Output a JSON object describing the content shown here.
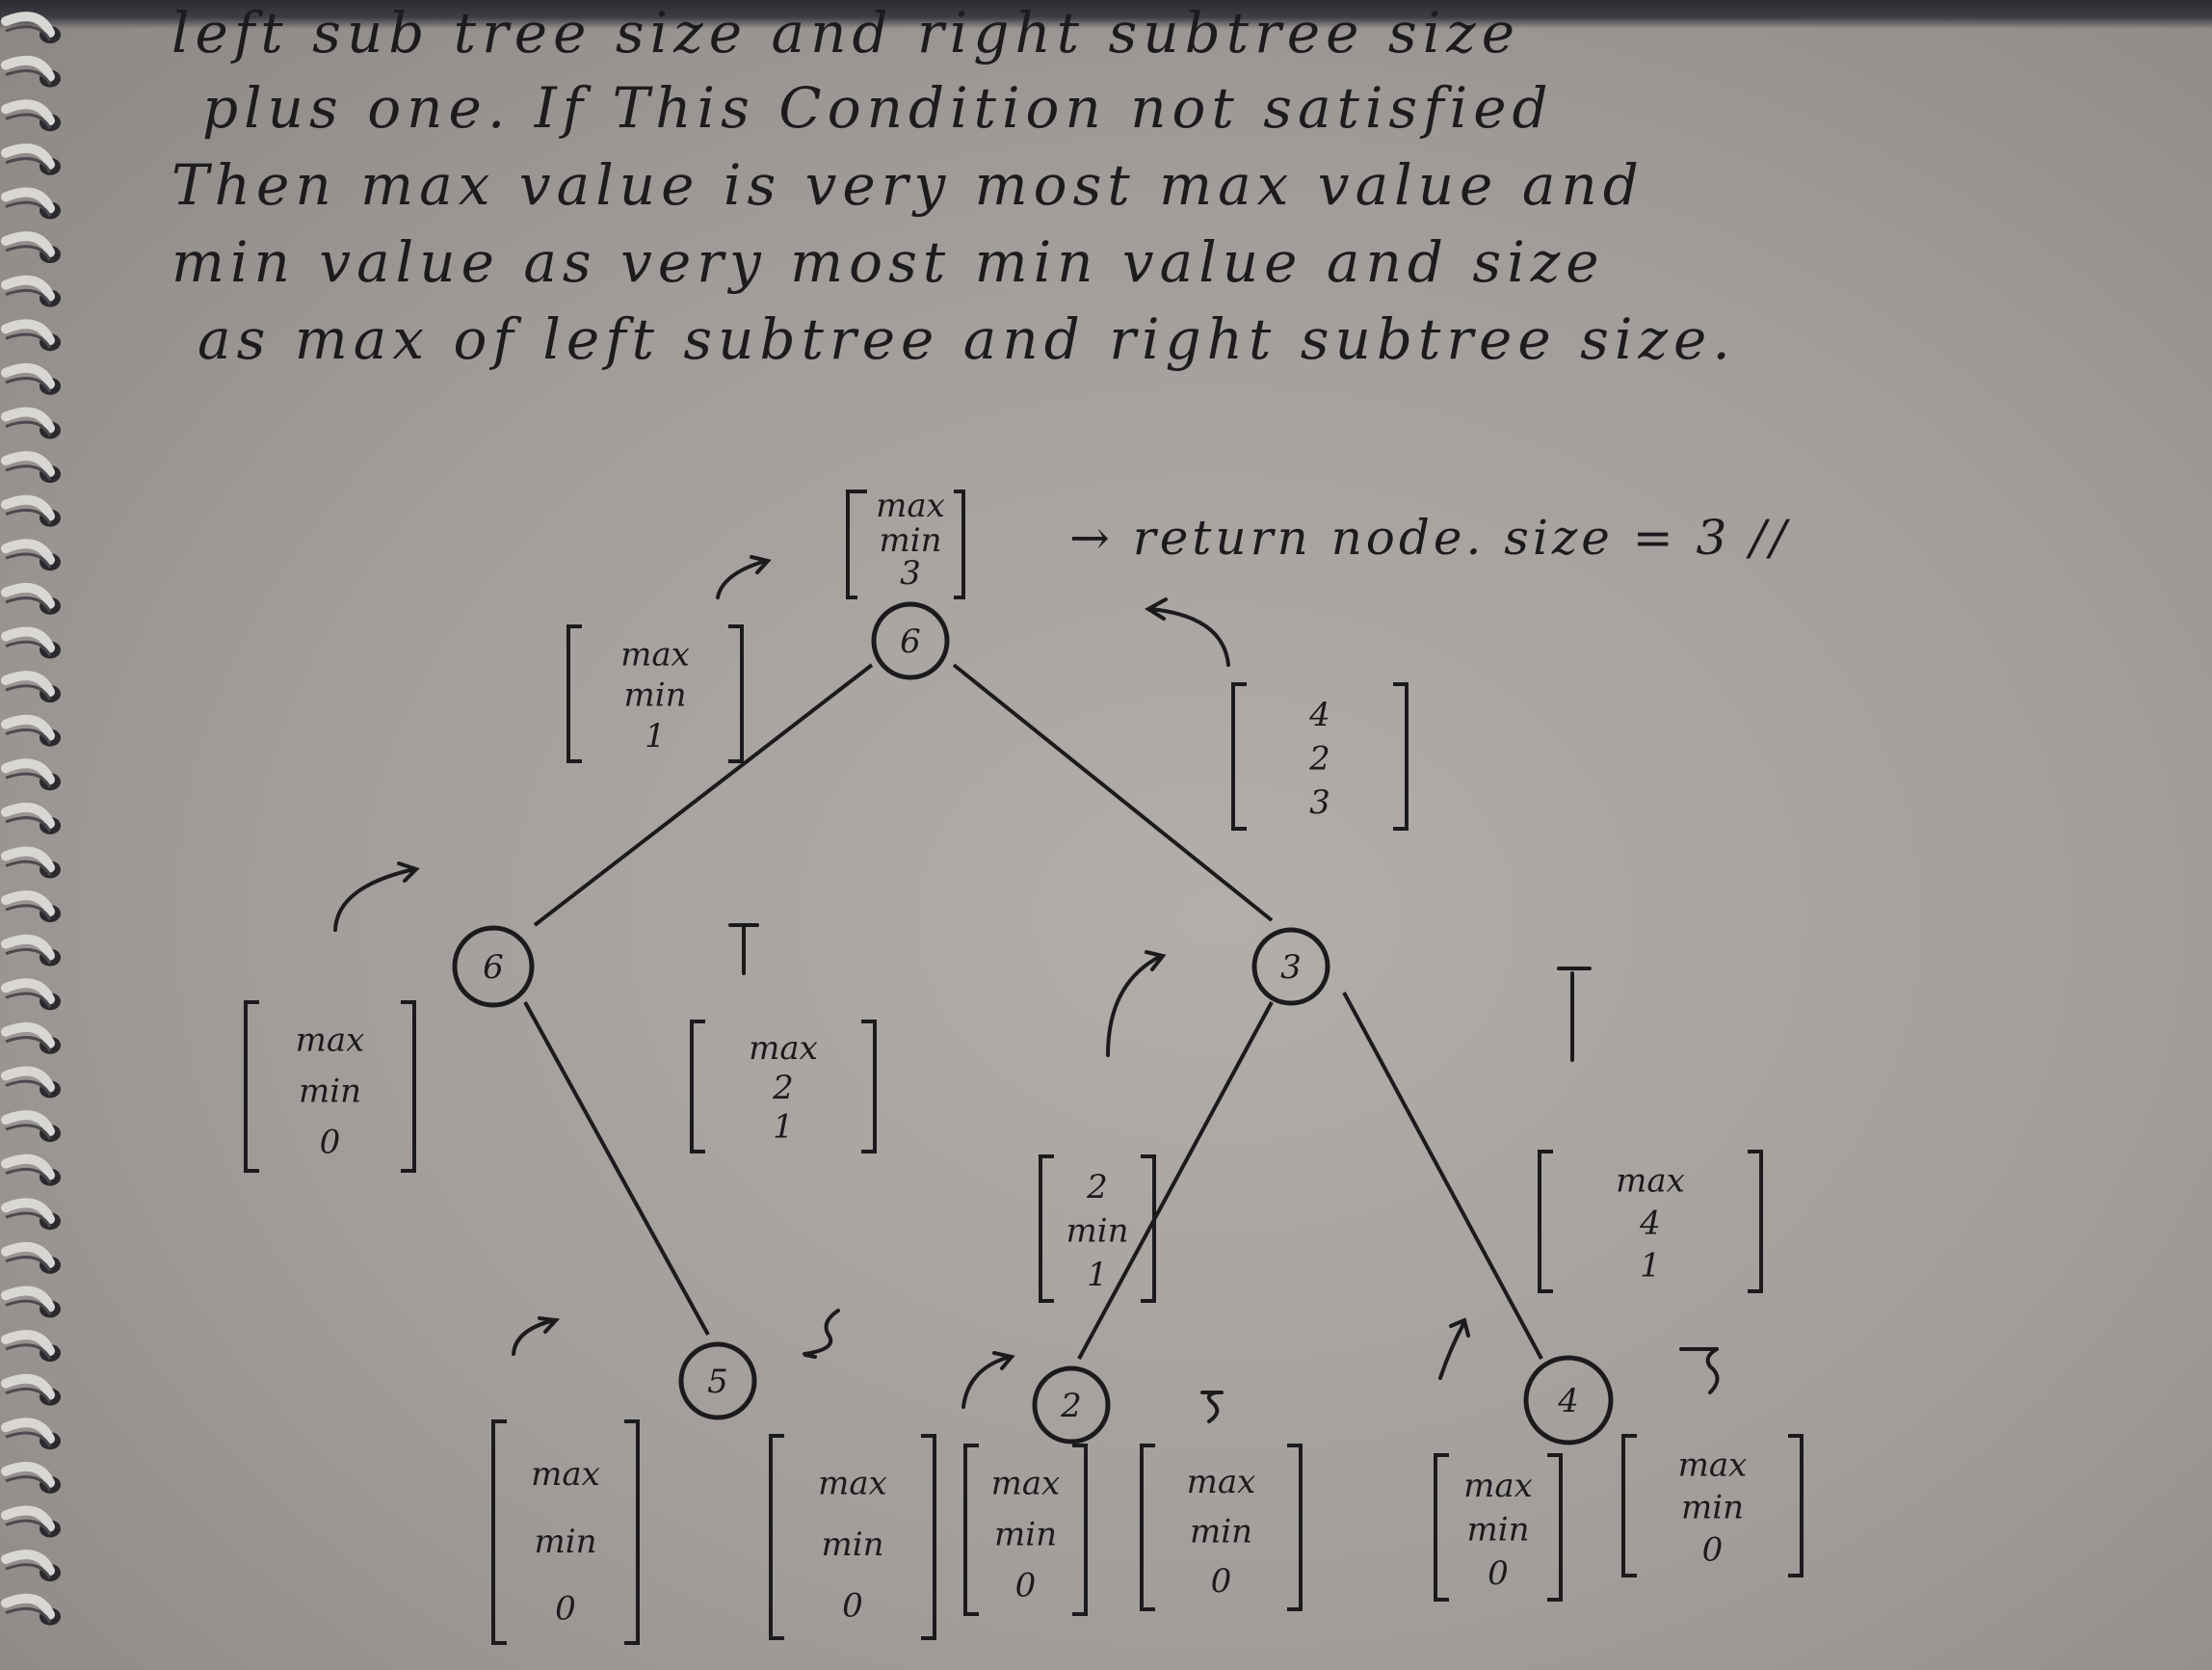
{
  "notes": [
    "left   sub tree   size   and   right subtree   size",
    "plus  one.  If  This  Condition  not  satisfied",
    "Then  max  value  is  very  most  max  value  and",
    "min  value  as  very  most  min  value  and  size",
    "as  max  of  left  subtree  and  right  subtree size."
  ],
  "root_box": [
    "max",
    "min",
    "3"
  ],
  "return_note": "→ return  node. size = 3 //",
  "nodes": [
    {
      "id": "root",
      "label": "6"
    },
    {
      "id": "left-child",
      "label": "6"
    },
    {
      "id": "right-child",
      "label": "3"
    },
    {
      "id": "left-right-leaf",
      "label": "5"
    },
    {
      "id": "right-left-leaf",
      "label": "2"
    },
    {
      "id": "right-right-leaf",
      "label": "4"
    }
  ],
  "boxes": [
    {
      "id": "root-left-box",
      "lines": [
        "max",
        "min",
        "1"
      ]
    },
    {
      "id": "root-right-box",
      "lines": [
        "4",
        "2",
        "3"
      ]
    },
    {
      "id": "node6-left-box",
      "lines": [
        "max",
        "min",
        "0"
      ]
    },
    {
      "id": "node6-right-box",
      "lines": [
        "max",
        "2",
        "1"
      ]
    },
    {
      "id": "node3-left-box",
      "lines": [
        "2",
        "min",
        "1"
      ]
    },
    {
      "id": "node3-right-box",
      "lines": [
        "max",
        "4",
        "1"
      ]
    },
    {
      "id": "leaf5-left-box",
      "lines": [
        "max",
        "min",
        "0"
      ]
    },
    {
      "id": "leaf5-right-box",
      "lines": [
        "max",
        "min",
        "0"
      ]
    },
    {
      "id": "leaf2-left-box",
      "lines": [
        "max",
        "min",
        "0"
      ]
    },
    {
      "id": "leaf2-right-box",
      "lines": [
        "max",
        "min",
        "0"
      ]
    },
    {
      "id": "leaf4-left-box",
      "lines": [
        "max",
        "min",
        "0"
      ]
    },
    {
      "id": "leaf4-right-box",
      "lines": [
        "max",
        "min",
        "0"
      ]
    }
  ]
}
